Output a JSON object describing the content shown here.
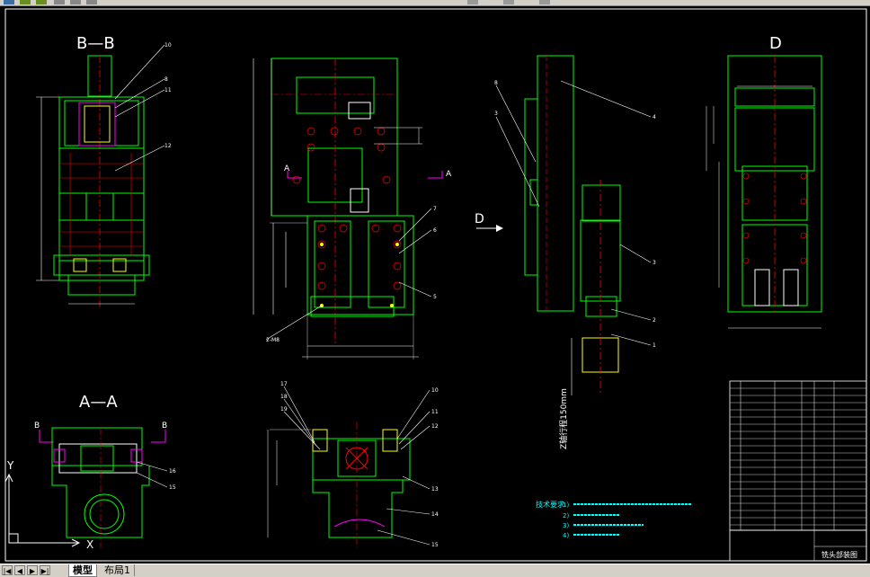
{
  "toolbar": {
    "icons": [
      "save-icon",
      "undo-icon",
      "redo-icon",
      "pan-icon",
      "zoom-icon",
      "zoom-window-icon",
      "properties-icon",
      "layer-icon",
      "print-icon"
    ]
  },
  "views": {
    "bb_title": "B—B",
    "aa_title": "A—A",
    "d_title": "D",
    "d_arrow": "D",
    "cut_a_left": "A",
    "cut_a_right": "A",
    "cut_b_left": "B",
    "cut_b_right": "B"
  },
  "balloons": {
    "bb": [
      "10",
      "8",
      "11",
      "12"
    ],
    "front": [
      "7",
      "6",
      "5"
    ],
    "side": [
      "4",
      "3",
      "2",
      "1",
      "8",
      "3"
    ],
    "aa": [
      "16",
      "15"
    ],
    "bottom": [
      "17",
      "18",
      "19",
      "10",
      "11",
      "12",
      "13",
      "14",
      "15"
    ]
  },
  "side_dim": "Z轴行程150mm",
  "front_note": "2-M8",
  "notes": {
    "heading": "技术要求",
    "items": [
      "1)",
      "2)",
      "3)",
      "4)"
    ]
  },
  "titleblock": {
    "drawing_name": "铣头部装图"
  },
  "ucs": {
    "x": "X",
    "y": "Y"
  },
  "tabs": {
    "model": "模型",
    "layout": "布局1"
  },
  "nav": [
    "|◀",
    "◀",
    "▶",
    "▶|"
  ]
}
